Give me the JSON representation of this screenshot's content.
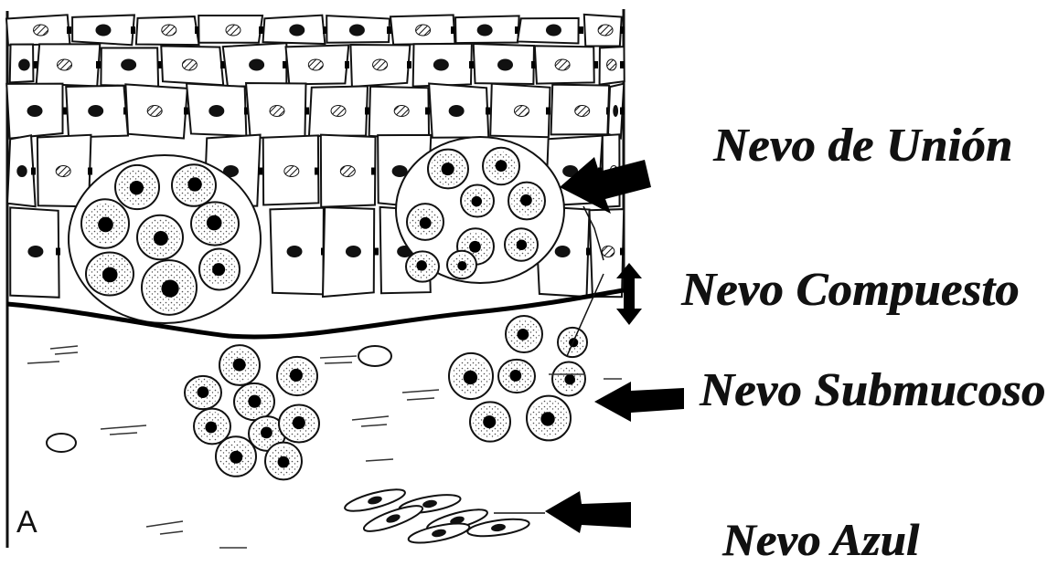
{
  "panel_letter": "A",
  "labels": {
    "union": "Nevo de Unión",
    "compuesto": "Nevo Compuesto",
    "submucoso": "Nevo Submucoso",
    "azul": "Nevo Azul"
  },
  "colors": {
    "ink": "#111111",
    "background": "#ffffff"
  },
  "icons": [
    "arrow-left-icon",
    "double-arrow-vertical-icon"
  ]
}
